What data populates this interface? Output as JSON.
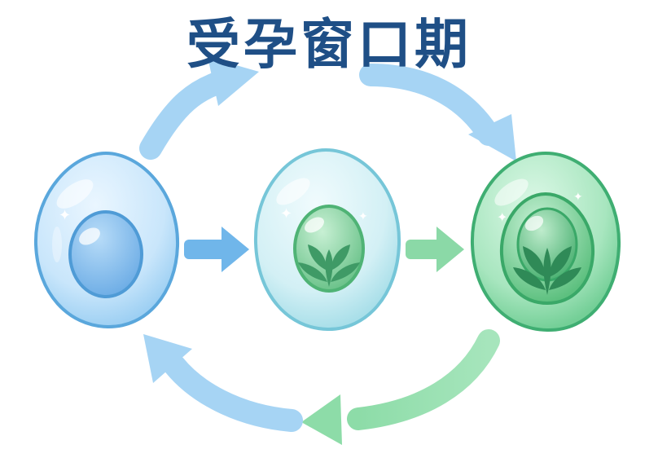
{
  "title": "受孕窗口期",
  "colors": {
    "title": "#1f4f86",
    "blue_arrow": "#9fcff3",
    "blue_arrow_dark": "#6fb3ea",
    "green_arrow": "#9fe0b4",
    "green_arrow_dark": "#7fd09c",
    "egg1_shell": "#c9e6fb",
    "egg1_outline": "#5aa7dc",
    "egg1_core": "#7bbcec",
    "egg2_shell": "#d3f0f5",
    "egg2_outline": "#76c6d8",
    "egg2_core": "#8fd7a6",
    "egg3_shell": "#a8e6bf",
    "egg3_outline": "#3fae72",
    "egg3_core": "#66c98a"
  },
  "diagram": {
    "stages": [
      {
        "name": "egg-stage-1",
        "icon": "egg-with-blue-core-icon"
      },
      {
        "name": "egg-stage-2",
        "icon": "egg-with-sprout-icon"
      },
      {
        "name": "egg-stage-3",
        "icon": "egg-with-growing-sprout-icon"
      }
    ],
    "arrows": [
      "arrow-top-left-up",
      "arrow-top-right-down",
      "arrow-stage-1-to-2",
      "arrow-stage-2-to-3",
      "arrow-bottom-right-to-center",
      "arrow-bottom-center-to-left"
    ]
  }
}
